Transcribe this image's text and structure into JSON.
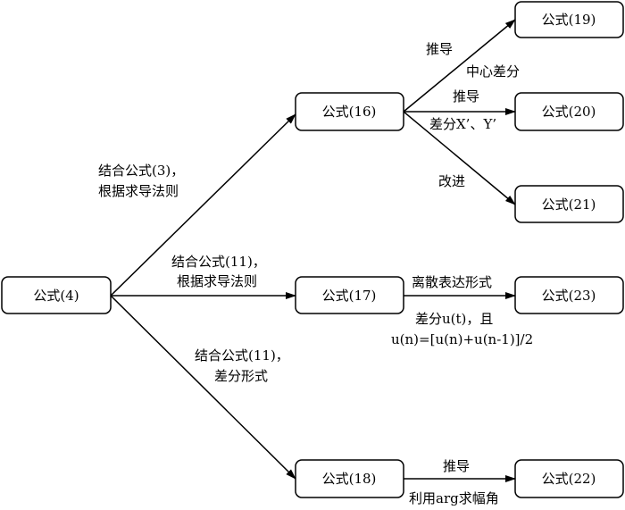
{
  "nodes": {
    "n4": "公式(4)",
    "n16": "公式(16)",
    "n17": "公式(17)",
    "n18": "公式(18)",
    "n19": "公式(19)",
    "n20": "公式(20)",
    "n21": "公式(21)",
    "n23": "公式(23)",
    "n22": "公式(22)"
  },
  "edges": {
    "e4_16": {
      "line1": "结合公式(3)，",
      "line2": "根据求导法则"
    },
    "e4_17": {
      "line1": "结合公式(11)，",
      "line2": "根据求导法则"
    },
    "e4_18": {
      "line1": "结合公式(11)，",
      "line2": "差分形式"
    },
    "e16_19": {
      "line1": "推导",
      "line2": "中心差分"
    },
    "e16_20": {
      "line1": "推导",
      "line2": "差分X’、Y’"
    },
    "e16_21": {
      "line1": "改进"
    },
    "e17_23": {
      "line1": "离散表达形式",
      "line2": "差分u(t)，且",
      "line3": "u(n)=[u(n)+u(n-1)]/2"
    },
    "e18_22": {
      "line1": "推导",
      "line2": "利用arg求幅角"
    }
  }
}
